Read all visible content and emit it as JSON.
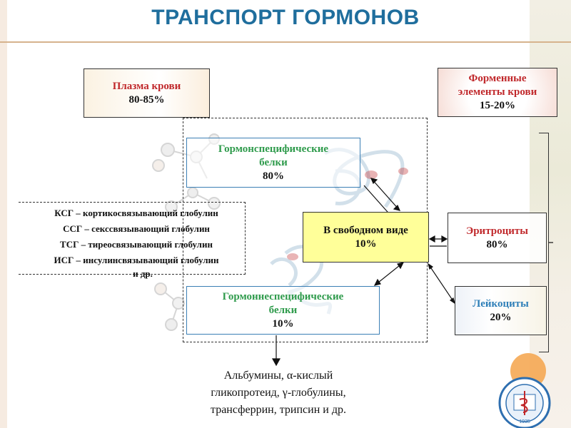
{
  "title": "ТРАНСПОРТ ГОРМОНОВ",
  "plasma": {
    "label": "Плазма крови",
    "value": "80-85%"
  },
  "formed": {
    "label_line1": "Форменные",
    "label_line2": "элементы крови",
    "value": "15-20%"
  },
  "specific": {
    "line1": "Гормонспецифические",
    "line2": "белки",
    "value": "80%"
  },
  "nonspecific": {
    "line1": "Гормоннеспецифические",
    "line2": "белки",
    "value": "10%"
  },
  "free": {
    "label": "В свободном виде",
    "value": "10%"
  },
  "globulins": [
    "КСГ – кортикосвязывающий глобулин",
    "ССГ – сексcвязывающий глобулин",
    "ТСГ – тиреосвязывающий глобулин",
    "ИСГ – инсулинсвязывающий глобулин",
    "и др."
  ],
  "erythrocytes": {
    "label": "Эритроциты",
    "value": "80%"
  },
  "leukocytes": {
    "label": "Лейкоциты",
    "value": "20%"
  },
  "albumins": {
    "line1": "Альбумины, α-кислый",
    "line2": "гликопротеид, γ-глобулины,",
    "line3": "трансферрин, трипсин и др."
  },
  "logo": {
    "year": "1935"
  },
  "colors": {
    "title": "#1f6e9d",
    "red": "#c0282b",
    "green": "#2f9b4c",
    "free_fill": "#ffff99"
  }
}
